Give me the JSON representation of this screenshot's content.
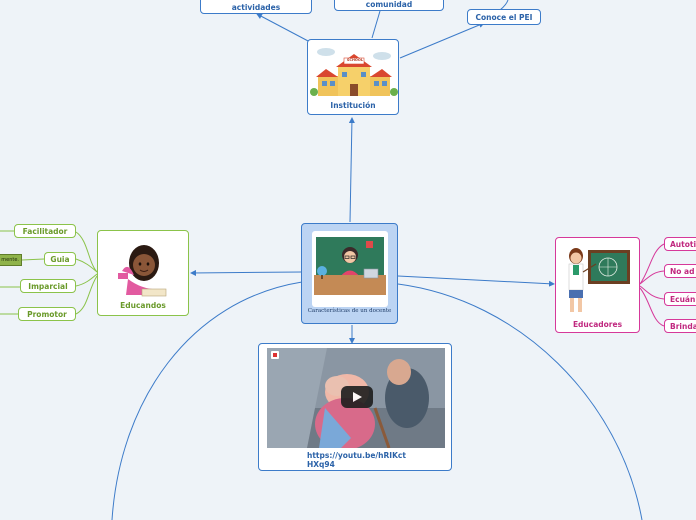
{
  "nodes": {
    "actividades": "actividades",
    "comunidad": "comunidad",
    "pei": "Conoce el PEI",
    "institucion": "Institución",
    "school_sign": "SCHOOL",
    "central": "Características de un docente",
    "educandos": "Educandos",
    "educadores": "Educadores",
    "video_link": "https://youtu.be/hRIKctHXq94",
    "video_link_line1": "https://youtu.be/hRIKct",
    "video_link_line2": "HXq94"
  },
  "educandos_items": [
    "Facilitador",
    "Guia",
    "Imparcial",
    "Promotor"
  ],
  "educandos_note": "mente.",
  "educadores_items": [
    "Autoti",
    "No ad",
    "Ecuán",
    "Brinda"
  ],
  "colors": {
    "blue": "#3c7bc9",
    "green": "#8bc34a",
    "pink": "#d6389a",
    "central_fill": "#bcd4f3"
  }
}
